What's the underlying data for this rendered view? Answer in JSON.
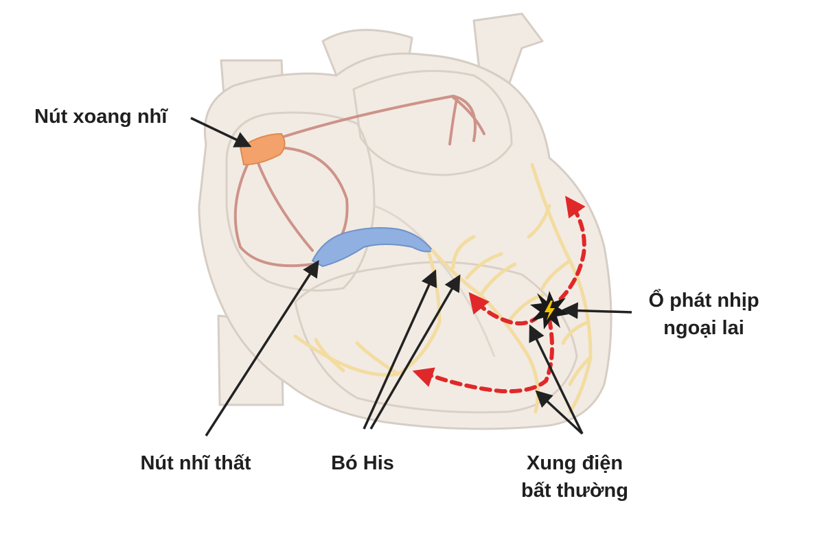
{
  "labels": {
    "sa_node": "Nút xoang nhĩ",
    "av_node": "Nút nhĩ thất",
    "bundle_his": "Bó His",
    "abnormal_impulse_line1": "Xung điện",
    "abnormal_impulse_line2": "bất thường",
    "ectopic_focus_line1": "Ổ phát nhịp",
    "ectopic_focus_line2": "ngoại lai"
  },
  "colors": {
    "heart_fill": "#f2ebe3",
    "heart_outline": "#d6cdc4",
    "sa_node": "#f2a26a",
    "av_node": "#8fb0e0",
    "conduction_pathway": "#c98a80",
    "purkinje_fibers": "#f3dca0",
    "abnormal_impulse": "#e0282a",
    "label_text": "#1f1f1f",
    "pointer_arrow": "#222222"
  },
  "icons": [
    "lightning-burst-icon"
  ]
}
